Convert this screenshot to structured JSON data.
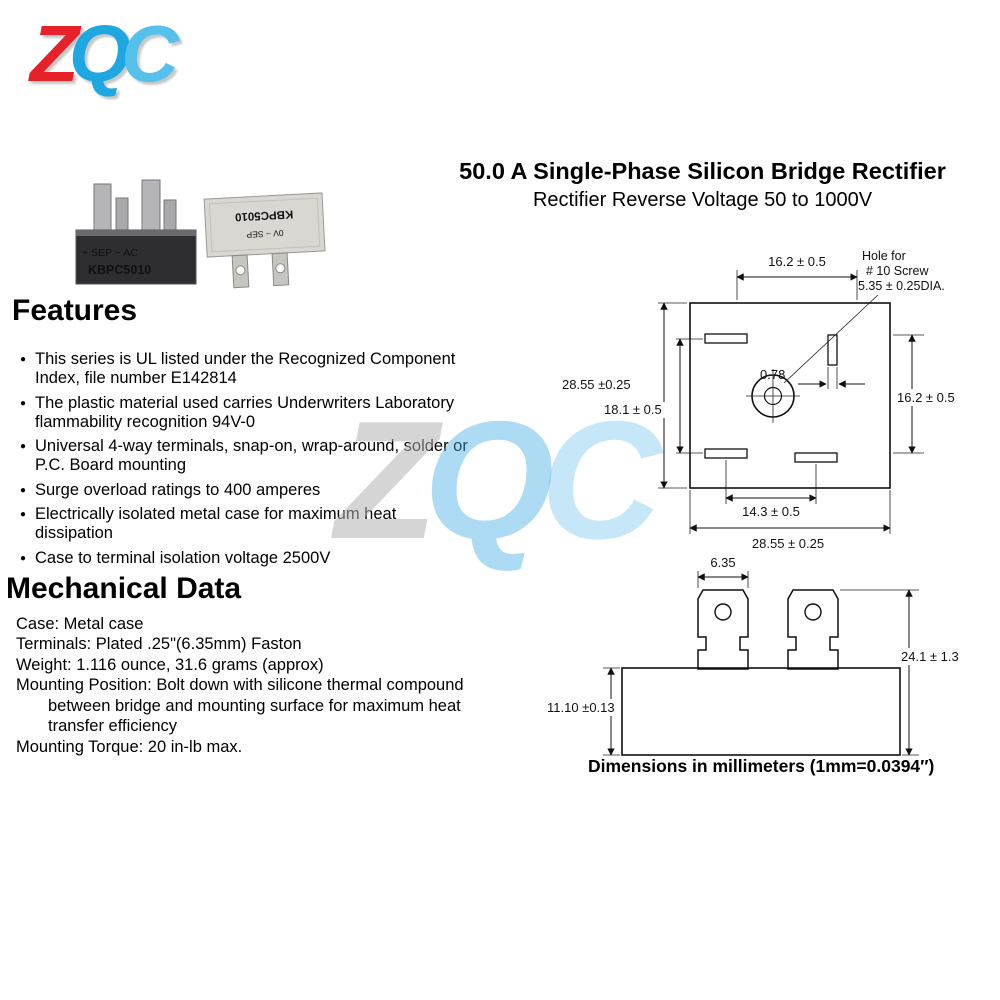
{
  "logo": {
    "z": "Z",
    "q": "Q",
    "c": "C"
  },
  "watermark": {
    "z": "Z",
    "q": "Q",
    "c": "C"
  },
  "header": {
    "title": "50.0 A Single-Phase Silicon Bridge Rectifier",
    "subtitle": "Rectifier Reverse Voltage 50 to 1000V"
  },
  "product_photos": {
    "front_marking_top": "+ SEP ~ AC",
    "front_marking_model": "KBPC5010",
    "top_marking_model": "KBPC5010",
    "top_marking_small": "0V ~ SEP"
  },
  "features": {
    "heading": "Features",
    "items": [
      "This series is UL listed under the Recognized Component Index, file number E142814",
      "The plastic material used carries Underwriters Laboratory flammability recognition 94V-0",
      "Universal 4-way terminals, snap-on, wrap-around, solder or P.C. Board mounting",
      "Surge overload ratings to 400 amperes",
      "Electrically isolated metal case for maximum heat dissipation",
      "Case to terminal isolation voltage 2500V"
    ]
  },
  "mechanical": {
    "heading": "Mechanical Data",
    "lines": [
      "Case: Metal case",
      "Terminals: Plated .25\"(6.35mm) Faston",
      "Weight: 1.116 ounce, 31.6 grams (approx)",
      "Mounting Position: Bolt down with silicone thermal compound between bridge and mounting surface for maximum heat transfer efficiency",
      "Mounting Torque: 20 in-lb max."
    ]
  },
  "top_view": {
    "dim_top": "16.2 ± 0.5",
    "hole_note_l1": "Hole for",
    "hole_note_l2": "# 10 Screw",
    "hole_note_l3": "5.35 ± 0.25DIA.",
    "dim_hole_offset": "0.78",
    "dim_left_outer": "28.55 ±0.25",
    "dim_left_inner": "18.1 ± 0.5",
    "dim_right": "16.2 ± 0.5",
    "dim_bottom_inner": "14.3 ± 0.5",
    "dim_bottom_outer": "28.55 ± 0.25"
  },
  "side_view": {
    "dim_tab_width": "6.35",
    "dim_total_height": "24.1 ± 1.3",
    "dim_case_height": "11.10 ±0.13"
  },
  "footer": {
    "note": "Dimensions in millimeters (1mm=0.0394″)"
  }
}
